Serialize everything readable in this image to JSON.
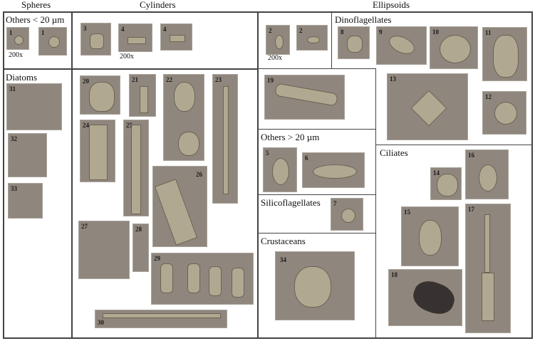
{
  "headers": {
    "spheres": "Spheres",
    "cylinders": "Cylinders",
    "ellipsoids": "Ellipsoids"
  },
  "sections": {
    "others_small": "Others < 20 µm",
    "diatoms": "Diatoms",
    "dinoflagellates": "Dinoflagellates",
    "others_large": "Others > 20 µm",
    "silicoflagellates": "Silicoflagellates",
    "crustaceans": "Crustaceans",
    "ciliates": "Ciliates"
  },
  "magnification": "200x",
  "specimens": [
    {
      "id": "1a",
      "num": "1"
    },
    {
      "id": "1b",
      "num": "1"
    },
    {
      "id": "3",
      "num": "3"
    },
    {
      "id": "4a",
      "num": "4"
    },
    {
      "id": "4b",
      "num": "4"
    },
    {
      "id": "2a",
      "num": "2"
    },
    {
      "id": "2b",
      "num": "2"
    },
    {
      "id": "8",
      "num": "8"
    },
    {
      "id": "9",
      "num": "9"
    },
    {
      "id": "10",
      "num": "10"
    },
    {
      "id": "11",
      "num": "11"
    },
    {
      "id": "12",
      "num": "12"
    },
    {
      "id": "13",
      "num": "13"
    },
    {
      "id": "31",
      "num": "31"
    },
    {
      "id": "32",
      "num": "32"
    },
    {
      "id": "33",
      "num": "33"
    },
    {
      "id": "20",
      "num": "20"
    },
    {
      "id": "21",
      "num": "21"
    },
    {
      "id": "22",
      "num": "22"
    },
    {
      "id": "23",
      "num": "23"
    },
    {
      "id": "24",
      "num": "24"
    },
    {
      "id": "25",
      "num": "25"
    },
    {
      "id": "26",
      "num": "26"
    },
    {
      "id": "27",
      "num": "27"
    },
    {
      "id": "28",
      "num": "28"
    },
    {
      "id": "29",
      "num": "29"
    },
    {
      "id": "30",
      "num": "30"
    },
    {
      "id": "19",
      "num": "19"
    },
    {
      "id": "5",
      "num": "5"
    },
    {
      "id": "6",
      "num": "6"
    },
    {
      "id": "7",
      "num": "7"
    },
    {
      "id": "34",
      "num": "34"
    },
    {
      "id": "14",
      "num": "14"
    },
    {
      "id": "15",
      "num": "15"
    },
    {
      "id": "16",
      "num": "16"
    },
    {
      "id": "17",
      "num": "17"
    },
    {
      "id": "18",
      "num": "18"
    }
  ]
}
